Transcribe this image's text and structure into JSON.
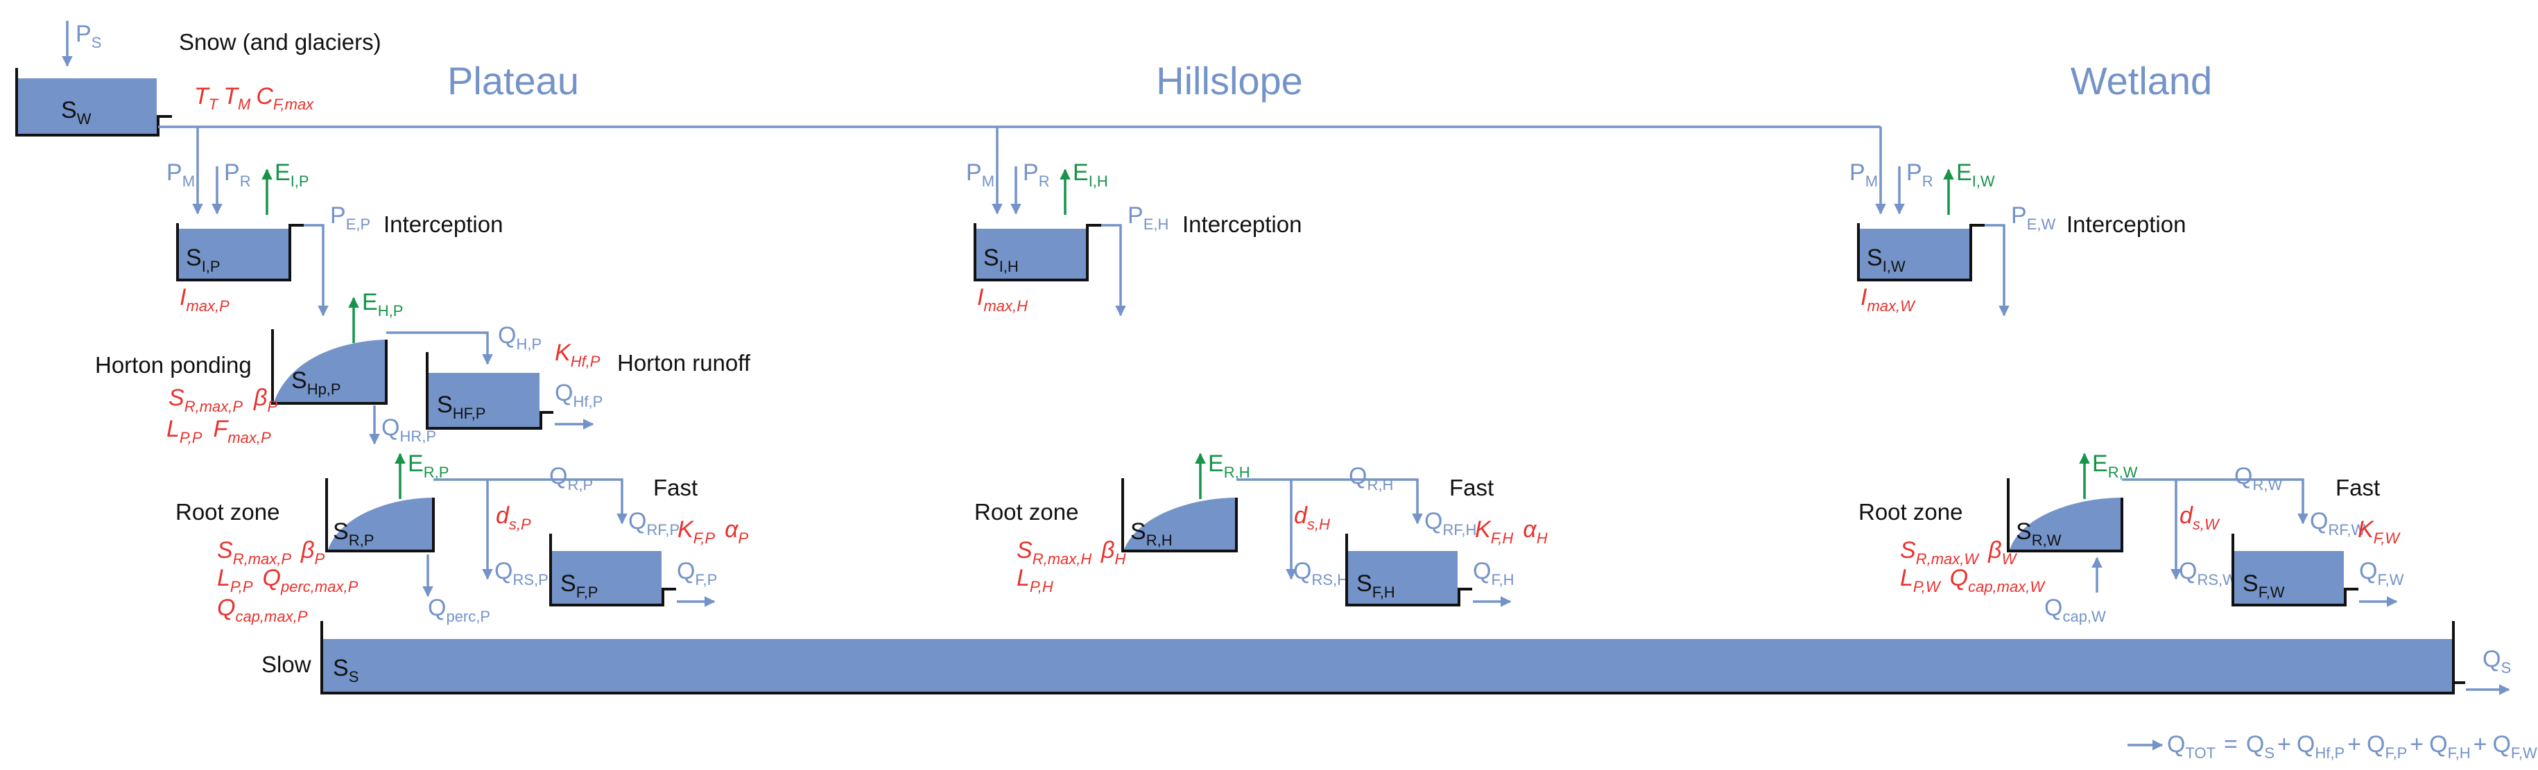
{
  "zones": {
    "plateau": "Plateau",
    "hillslope": "Hillslope",
    "wetland": "Wetland"
  },
  "labels": {
    "snow": "Snow (and glaciers)",
    "interception": "Interception",
    "horton_ponding": "Horton ponding",
    "horton_runoff": "Horton runoff",
    "root_zone": "Root zone",
    "fast": "Fast",
    "slow": "Slow"
  },
  "snow": {
    "input": {
      "main": "P",
      "sub": "S"
    },
    "store": {
      "main": "S",
      "sub": "W"
    },
    "params": [
      {
        "main": "T",
        "sub": "T"
      },
      {
        "main": "T",
        "sub": "M"
      },
      {
        "main": "C",
        "sub": "F,max"
      }
    ]
  },
  "plateau": {
    "melt": {
      "main": "P",
      "sub": "M"
    },
    "rain": {
      "main": "P",
      "sub": "R"
    },
    "evap_i": {
      "main": "E",
      "sub": "I,P"
    },
    "eff_precip": {
      "main": "P",
      "sub": "E,P"
    },
    "s_i": {
      "main": "S",
      "sub": "I,P"
    },
    "i_max": {
      "main": "I",
      "sub": "max,P"
    },
    "evap_h": {
      "main": "E",
      "sub": "H,P"
    },
    "q_h": {
      "main": "Q",
      "sub": "H,P"
    },
    "k_hf": {
      "main": "K",
      "sub": "Hf,P"
    },
    "s_hp": {
      "main": "S",
      "sub": "Hp,P"
    },
    "s_hf": {
      "main": "S",
      "sub": "HF,P"
    },
    "q_hf": {
      "main": "Q",
      "sub": "Hf,P"
    },
    "s_rmax_h": {
      "main": "S",
      "sub": "R,max,P"
    },
    "beta_h": {
      "main": "β",
      "sub": "P"
    },
    "l_h": {
      "main": "L",
      "sub": "P,P"
    },
    "f_max": {
      "main": "F",
      "sub": "max,P"
    },
    "q_hr": {
      "main": "Q",
      "sub": "HR,P"
    },
    "evap_r": {
      "main": "E",
      "sub": "R,P"
    },
    "q_r": {
      "main": "Q",
      "sub": "R,P"
    },
    "d_s": {
      "main": "d",
      "sub": "s,P"
    },
    "q_rf": {
      "main": "Q",
      "sub": "RF,P"
    },
    "k_f": {
      "main": "K",
      "sub": "F,P"
    },
    "alpha": {
      "main": "α",
      "sub": "P"
    },
    "s_r": {
      "main": "S",
      "sub": "R,P"
    },
    "s_f": {
      "main": "S",
      "sub": "F,P"
    },
    "q_rs": {
      "main": "Q",
      "sub": "RS,P"
    },
    "q_f": {
      "main": "Q",
      "sub": "F,P"
    },
    "q_perc": {
      "main": "Q",
      "sub": "perc,P"
    },
    "s_rmax": {
      "main": "S",
      "sub": "R,max,P"
    },
    "beta": {
      "main": "β",
      "sub": "P"
    },
    "l": {
      "main": "L",
      "sub": "P,P"
    },
    "q_perc_max": {
      "main": "Q",
      "sub": "perc,max,P"
    },
    "q_cap_max": {
      "main": "Q",
      "sub": "cap,max,P"
    }
  },
  "hillslope": {
    "melt": {
      "main": "P",
      "sub": "M"
    },
    "rain": {
      "main": "P",
      "sub": "R"
    },
    "evap_i": {
      "main": "E",
      "sub": "I,H"
    },
    "eff_precip": {
      "main": "P",
      "sub": "E,H"
    },
    "s_i": {
      "main": "S",
      "sub": "I,H"
    },
    "i_max": {
      "main": "I",
      "sub": "max,H"
    },
    "evap_r": {
      "main": "E",
      "sub": "R,H"
    },
    "q_r": {
      "main": "Q",
      "sub": "R,H"
    },
    "d_s": {
      "main": "d",
      "sub": "s,H"
    },
    "q_rf": {
      "main": "Q",
      "sub": "RF,H"
    },
    "k_f": {
      "main": "K",
      "sub": "F,H"
    },
    "alpha": {
      "main": "α",
      "sub": "H"
    },
    "s_r": {
      "main": "S",
      "sub": "R,H"
    },
    "s_f": {
      "main": "S",
      "sub": "F,H"
    },
    "q_rs": {
      "main": "Q",
      "sub": "RS,H"
    },
    "q_f": {
      "main": "Q",
      "sub": "F,H"
    },
    "s_rmax": {
      "main": "S",
      "sub": "R,max,H"
    },
    "beta": {
      "main": "β",
      "sub": "H"
    },
    "l": {
      "main": "L",
      "sub": "P,H"
    }
  },
  "wetland": {
    "melt": {
      "main": "P",
      "sub": "M"
    },
    "rain": {
      "main": "P",
      "sub": "R"
    },
    "evap_i": {
      "main": "E",
      "sub": "I,W"
    },
    "eff_precip": {
      "main": "P",
      "sub": "E,W"
    },
    "s_i": {
      "main": "S",
      "sub": "I,W"
    },
    "i_max": {
      "main": "I",
      "sub": "max,W"
    },
    "evap_r": {
      "main": "E",
      "sub": "R,W"
    },
    "q_r": {
      "main": "Q",
      "sub": "R,W"
    },
    "d_s": {
      "main": "d",
      "sub": "s,W"
    },
    "q_rf": {
      "main": "Q",
      "sub": "RF,W"
    },
    "k_f": {
      "main": "K",
      "sub": "F,W"
    },
    "s_r": {
      "main": "S",
      "sub": "R,W"
    },
    "s_f": {
      "main": "S",
      "sub": "F,W"
    },
    "q_rs": {
      "main": "Q",
      "sub": "RS,W"
    },
    "q_f": {
      "main": "Q",
      "sub": "F,W"
    },
    "q_cap": {
      "main": "Q",
      "sub": "cap,W"
    },
    "s_rmax": {
      "main": "S",
      "sub": "R,max,W"
    },
    "beta": {
      "main": "β",
      "sub": "W"
    },
    "l": {
      "main": "L",
      "sub": "P,W"
    },
    "q_cap_max": {
      "main": "Q",
      "sub": "cap,max,W"
    }
  },
  "slow": {
    "store": {
      "main": "S",
      "sub": "S"
    },
    "q_s": {
      "main": "Q",
      "sub": "S"
    }
  },
  "total": {
    "q_tot": {
      "main": "Q",
      "sub": "TOT"
    },
    "eq": "=",
    "plus": "+",
    "terms": [
      {
        "main": "Q",
        "sub": "S"
      },
      {
        "main": "Q",
        "sub": "Hf,P"
      },
      {
        "main": "Q",
        "sub": "F,P"
      },
      {
        "main": "Q",
        "sub": "F,H"
      },
      {
        "main": "Q",
        "sub": "F,W"
      }
    ]
  }
}
